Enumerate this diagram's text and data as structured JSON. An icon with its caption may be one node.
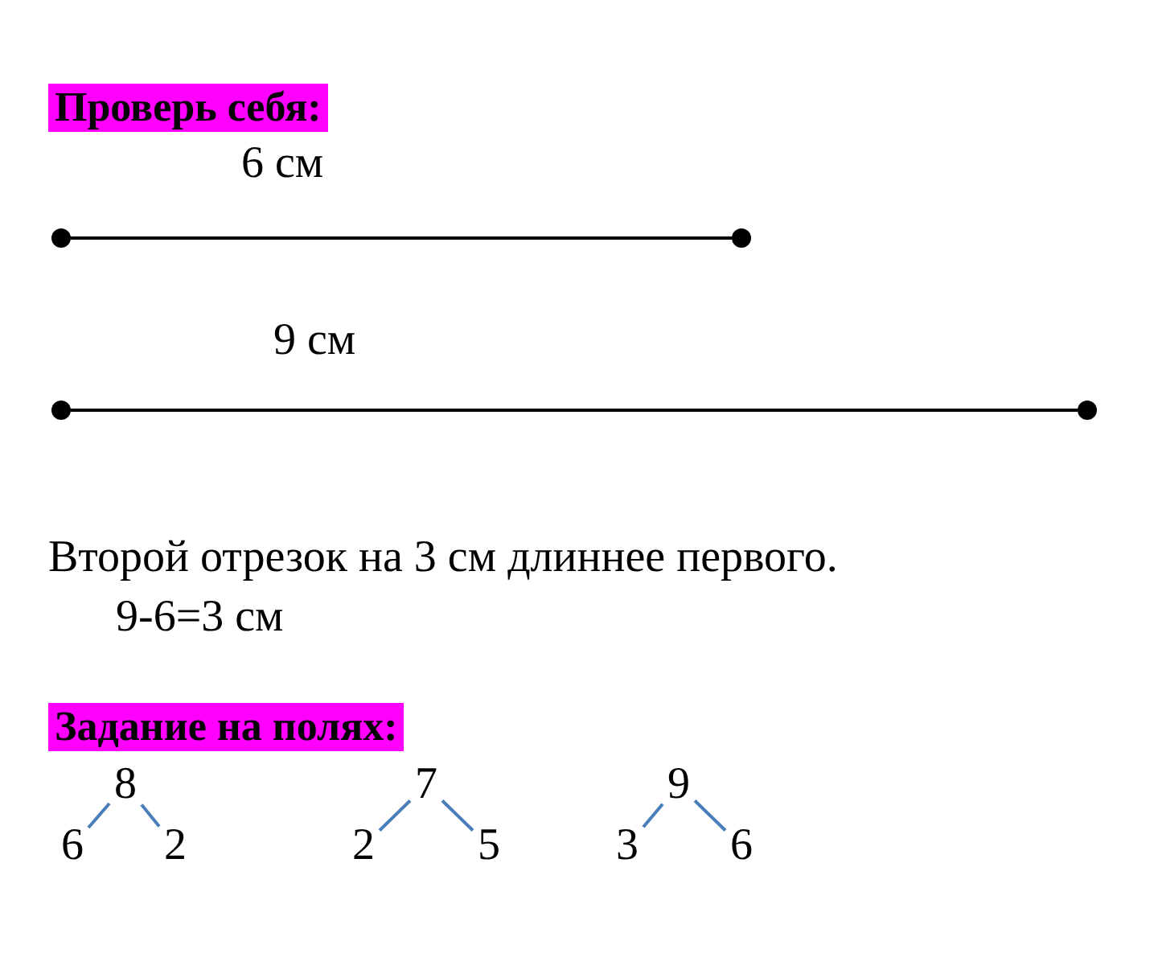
{
  "diagram": {
    "nodes": [
      {
        "text": [],
        "shape": "circle"
      },
      {
        "text": [],
        "shape": "circle"
      },
      {
        "text": [],
        "shape": "circle"
      },
      {
        "text": [],
        "shape": "circle"
      },
      {
        "text": [
          "8"
        ]
      },
      {
        "text": [
          "6"
        ]
      },
      {
        "text": [
          "2"
        ]
      },
      {
        "text": [
          "7"
        ]
      },
      {
        "text": [
          "2"
        ]
      },
      {
        "text": [
          "5"
        ]
      },
      {
        "text": [
          "9"
        ]
      },
      {
        "text": [
          "3"
        ]
      },
      {
        "text": [
          "6"
        ]
      }
    ],
    "edges": [
      {
        "from": 0,
        "to": 1,
        "arrow": "none",
        "label": "6 см",
        "color": "#000000"
      },
      {
        "from": 2,
        "to": 3,
        "arrow": "none",
        "label": "9 см",
        "color": "#000000"
      },
      {
        "from": 4,
        "to": 5,
        "arrow": "none"
      },
      {
        "from": 4,
        "to": 6,
        "arrow": "none"
      },
      {
        "from": 7,
        "to": 8,
        "arrow": "none"
      },
      {
        "from": 7,
        "to": 9,
        "arrow": "none"
      },
      {
        "from": 10,
        "to": 11,
        "arrow": "none"
      },
      {
        "from": 10,
        "to": 12,
        "arrow": "none"
      }
    ],
    "labels": [
      "Проверь себя:",
      "Второй отрезок на 3 см длиннее первого.",
      "9-6=3 см",
      "Задание на полях:"
    ]
  }
}
